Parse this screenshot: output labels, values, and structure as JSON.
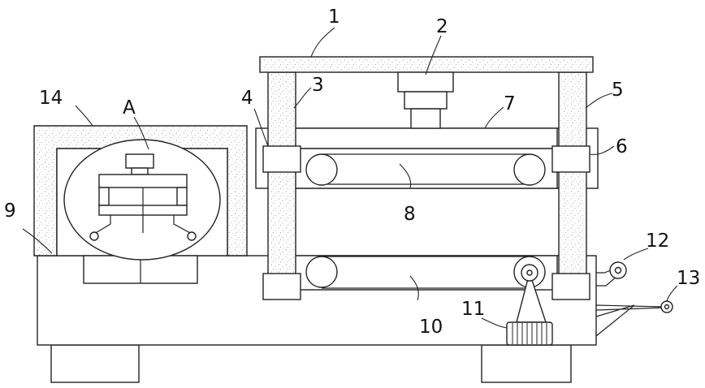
{
  "labels": {
    "l1": "1",
    "l2": "2",
    "l3": "3",
    "l4": "4",
    "l5": "5",
    "l6": "6",
    "l7": "7",
    "l8": "8",
    "l9": "9",
    "l10": "10",
    "l11": "11",
    "l12": "12",
    "l13": "13",
    "l14": "14",
    "lA": "A"
  }
}
